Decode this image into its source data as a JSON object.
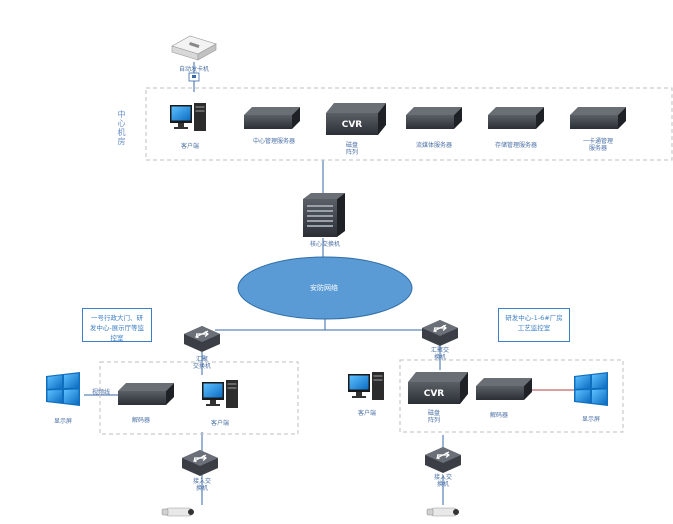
{
  "top": {
    "reader_label": "自动发卡机",
    "center_zone_label": "中心机房"
  },
  "devices": {
    "client_pc": "客户端",
    "center_mgmt_server": "中心管理服务器",
    "cvr_storage": "磁盘\n阵列",
    "stream_server": "流媒体服务器",
    "storage_mgmt_server": "存储管理服务器",
    "cascade_server": "一卡通管理\n服务器",
    "core_switch": "核心交换机"
  },
  "network": {
    "label": "安防网络"
  },
  "left_site": {
    "note": "一号行政大门、研发中心-展示厅等监控室",
    "switch_label": "汇聚\n交换机",
    "tv_wall": "显示屏",
    "decoder": "解码器",
    "client_pc": "客户端",
    "decoder_link": "视频线",
    "access_switch": "接入交\n换机"
  },
  "right_site": {
    "note": "研发中心-1-6#厂房工艺监控室",
    "switch_label": "汇聚交\n换机",
    "client_pc": "客户端",
    "cvr_storage": "磁盘\n阵列",
    "decoder": "解码器",
    "tv_wall": "显示屏",
    "access_switch": "接入交\n换机"
  },
  "badges": {
    "cvr_text": "CVR"
  },
  "colors": {
    "network_fill": "#5b9bd5",
    "line": "#3a6aa8",
    "zone_border": "#bfbfbf",
    "note_border": "#3d7fc5",
    "screen": "#1f8fd9"
  }
}
